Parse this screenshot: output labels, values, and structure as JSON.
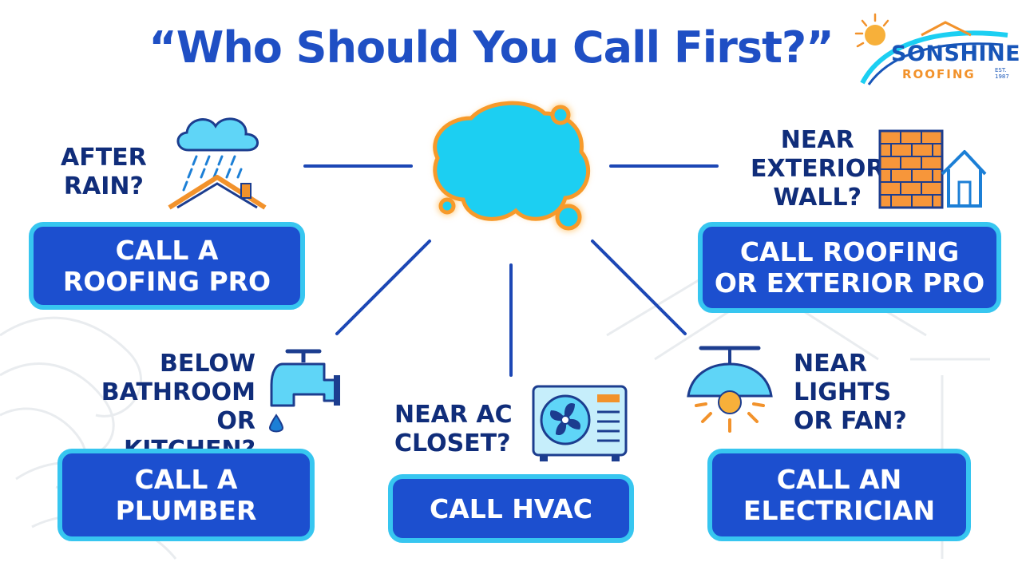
{
  "title": "“Who Should You Call First?”",
  "logo": {
    "name": "SONSHINE",
    "sub": "ROOFING",
    "est": "EST. 1987"
  },
  "center": {
    "icon": "water-stain-icon"
  },
  "items": [
    {
      "question": "AFTER\nRAIN?",
      "action": "CALL A\nROOFING PRO",
      "icon": "rain-roof-icon"
    },
    {
      "question": "NEAR\nEXTERIOR\nWALL?",
      "action": "CALL ROOFING\nOR EXTERIOR PRO",
      "icon": "brick-wall-house-icon"
    },
    {
      "question": "BELOW\nBATHROOM\nOR KITCHEN?",
      "action": "CALL A\nPLUMBER",
      "icon": "faucet-icon"
    },
    {
      "question": "NEAR AC\nCLOSET?",
      "action": "CALL HVAC",
      "icon": "ac-unit-icon"
    },
    {
      "question": "NEAR\nLIGHTS\nOR FAN?",
      "action": "CALL AN\nELECTRICIAN",
      "icon": "ceiling-light-icon"
    }
  ],
  "colors": {
    "title": "#1f4fc4",
    "button_fill": "#1c4fcf",
    "button_border": "#37c6f0",
    "question_text": "#102d7a",
    "stain_fill": "#1ccff2",
    "stain_glow": "#f79a2a",
    "accent_orange": "#f2922b"
  }
}
